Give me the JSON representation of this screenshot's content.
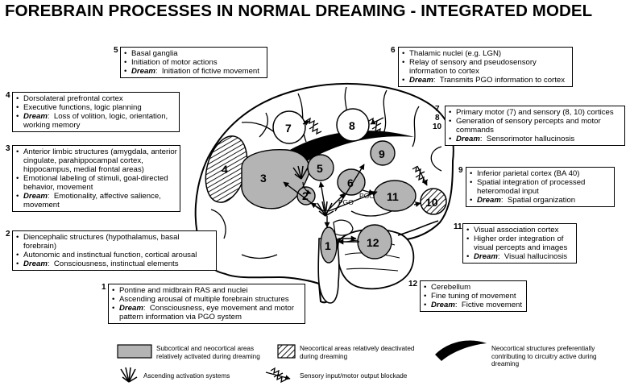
{
  "title": "FOREBRAIN PROCESSES IN NORMAL DREAMING - INTEGRATED MODEL",
  "dream_label": "Dream",
  "boxes": [
    {
      "num": "5",
      "lines": [
        "Basal ganglia",
        "Initiation of motor actions"
      ],
      "dream": "Initiation of fictive movement"
    },
    {
      "num": "6",
      "lines": [
        "Thalamic nuclei (e.g. LGN)",
        "Relay of sensory and pseudosensory information to cortex"
      ],
      "dream": "Transmits PGO information to cortex"
    },
    {
      "num": "4",
      "lines": [
        "Dorsolateral prefrontal cortex",
        "Executive functions, logic planning"
      ],
      "dream": "Loss of volition, logic, orientation, working memory"
    },
    {
      "num": "3",
      "lines": [
        "Anterior limbic structures (amygdala, anterior cingulate, parahippocampal cortex, hippocampus, medial frontal areas)",
        "Emotional labeling of stimuli, goal-directed behavior, movement"
      ],
      "dream": "Emotionality, affective salience, movement"
    },
    {
      "num": "2",
      "lines": [
        "Diencephalic structures (hypothalamus, basal forebrain)",
        "Autonomic and instinctual function, cortical arousal"
      ],
      "dream": "Consciousness, instinctual elements"
    },
    {
      "num": "1",
      "lines": [
        "Pontine and midbrain RAS and nuclei",
        "Ascending arousal of multiple forebrain structures"
      ],
      "dream": "Consciousness, eye movement and motor pattern information via PGO system"
    },
    {
      "num": "7",
      "num2": "8",
      "num3": "10",
      "lines": [
        "Primary motor (7) and sensory (8, 10) cortices",
        "Generation of sensory percepts and motor commands"
      ],
      "dream": "Sensorimotor hallucinosis"
    },
    {
      "num": "9",
      "lines": [
        "Inferior parietal cortex (BA 40)",
        "Spatial integration of processed heteromodal input"
      ],
      "dream": "Spatial organization"
    },
    {
      "num": "11",
      "lines": [
        "Visual association cortex",
        "Higher order integration of visual percepts and images"
      ],
      "dream": "Visual hallucinosis"
    },
    {
      "num": "12",
      "lines": [
        "Cerebellum",
        "Fine tuning of movement"
      ],
      "dream": "Fictive movement"
    }
  ],
  "regions": [
    "1",
    "2",
    "3",
    "4",
    "5",
    "6",
    "7",
    "8",
    "9",
    "10",
    "11",
    "12"
  ],
  "pgo_label": "PGO",
  "legend": {
    "activated": "Subcortical and neocortical areas relatively activated during dreaming",
    "deactivated": "Neocortical areas relatively deactivated during dreaming",
    "circuitry": "Neocortical structures preferentially contributing to circuitry active during dreaming",
    "ascending": "Ascending activation systems",
    "blockade": "Sensory input/motor output blockade"
  },
  "colors": {
    "activated_fill": "#b4b4b4",
    "outline": "#000000",
    "background": "#ffffff"
  }
}
